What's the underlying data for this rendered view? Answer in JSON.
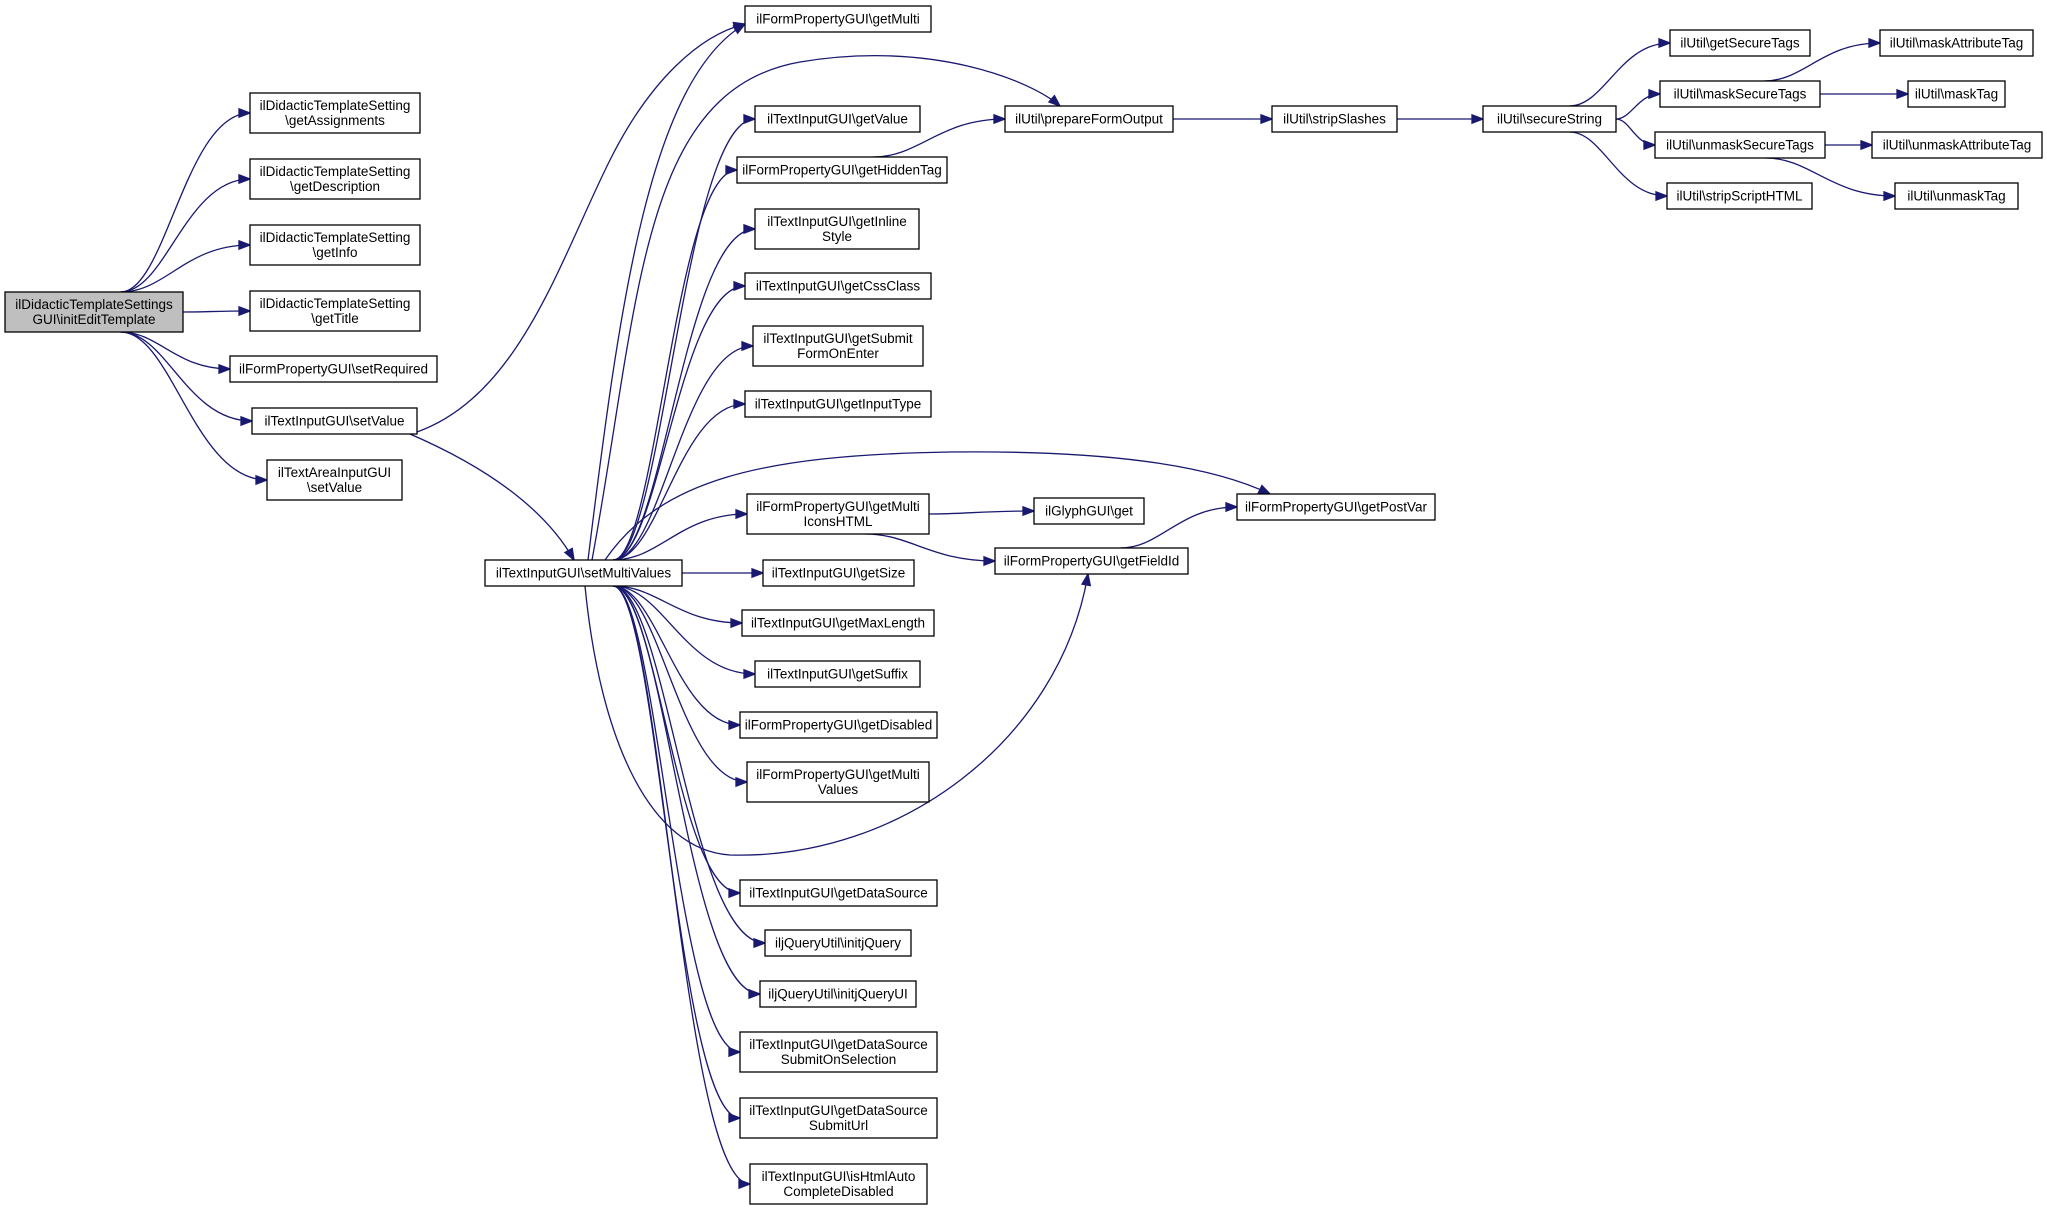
{
  "graph": {
    "edge_color": "#191970",
    "node_fill": "#ffffff",
    "root_fill": "#bfbfbf",
    "nodes": [
      {
        "id": "root",
        "lines": [
          "ilDidacticTemplateSettings",
          "GUI\\initEditTemplate"
        ],
        "highlight": true
      },
      {
        "id": "getAssignments",
        "lines": [
          "ilDidacticTemplateSetting",
          "\\getAssignments"
        ]
      },
      {
        "id": "getDescription",
        "lines": [
          "ilDidacticTemplateSetting",
          "\\getDescription"
        ]
      },
      {
        "id": "getInfo",
        "lines": [
          "ilDidacticTemplateSetting",
          "\\getInfo"
        ]
      },
      {
        "id": "getTitle",
        "lines": [
          "ilDidacticTemplateSetting",
          "\\getTitle"
        ]
      },
      {
        "id": "setRequired",
        "lines": [
          "ilFormPropertyGUI\\setRequired"
        ]
      },
      {
        "id": "setValue",
        "lines": [
          "ilTextInputGUI\\setValue"
        ]
      },
      {
        "id": "taSetValue",
        "lines": [
          "ilTextAreaInputGUI",
          "\\setValue"
        ]
      },
      {
        "id": "setMultiValues",
        "lines": [
          "ilTextInputGUI\\setMultiValues"
        ]
      },
      {
        "id": "getMulti",
        "lines": [
          "ilFormPropertyGUI\\getMulti"
        ]
      },
      {
        "id": "getValue",
        "lines": [
          "ilTextInputGUI\\getValue"
        ]
      },
      {
        "id": "getHiddenTag",
        "lines": [
          "ilFormPropertyGUI\\getHiddenTag"
        ]
      },
      {
        "id": "getInlineStyle",
        "lines": [
          "ilTextInputGUI\\getInline",
          "Style"
        ]
      },
      {
        "id": "getCssClass",
        "lines": [
          "ilTextInputGUI\\getCssClass"
        ]
      },
      {
        "id": "getSubmitFormOnEnter",
        "lines": [
          "ilTextInputGUI\\getSubmit",
          "FormOnEnter"
        ]
      },
      {
        "id": "getInputType",
        "lines": [
          "ilTextInputGUI\\getInputType"
        ]
      },
      {
        "id": "getMultiIconsHTML",
        "lines": [
          "ilFormPropertyGUI\\getMulti",
          "IconsHTML"
        ]
      },
      {
        "id": "getSize",
        "lines": [
          "ilTextInputGUI\\getSize"
        ]
      },
      {
        "id": "getMaxLength",
        "lines": [
          "ilTextInputGUI\\getMaxLength"
        ]
      },
      {
        "id": "getSuffix",
        "lines": [
          "ilTextInputGUI\\getSuffix"
        ]
      },
      {
        "id": "getDisabled",
        "lines": [
          "ilFormPropertyGUI\\getDisabled"
        ]
      },
      {
        "id": "getMultiValues",
        "lines": [
          "ilFormPropertyGUI\\getMulti",
          "Values"
        ]
      },
      {
        "id": "getDataSource",
        "lines": [
          "ilTextInputGUI\\getDataSource"
        ]
      },
      {
        "id": "initjQuery",
        "lines": [
          "iljQueryUtil\\initjQuery"
        ]
      },
      {
        "id": "initjQueryUI",
        "lines": [
          "iljQueryUtil\\initjQueryUI"
        ]
      },
      {
        "id": "getDataSourceSubmitOnSelection",
        "lines": [
          "ilTextInputGUI\\getDataSource",
          "SubmitOnSelection"
        ]
      },
      {
        "id": "getDataSourceSubmitUrl",
        "lines": [
          "ilTextInputGUI\\getDataSource",
          "SubmitUrl"
        ]
      },
      {
        "id": "isHtmlAutoCompleteDisabled",
        "lines": [
          "ilTextInputGUI\\isHtmlAuto",
          "CompleteDisabled"
        ]
      },
      {
        "id": "prepareFormOutput",
        "lines": [
          "ilUtil\\prepareFormOutput"
        ]
      },
      {
        "id": "glyphGet",
        "lines": [
          "ilGlyphGUI\\get"
        ]
      },
      {
        "id": "getFieldId",
        "lines": [
          "ilFormPropertyGUI\\getFieldId"
        ]
      },
      {
        "id": "getPostVar",
        "lines": [
          "ilFormPropertyGUI\\getPostVar"
        ]
      },
      {
        "id": "stripSlashes",
        "lines": [
          "ilUtil\\stripSlashes"
        ]
      },
      {
        "id": "secureString",
        "lines": [
          "ilUtil\\secureString"
        ]
      },
      {
        "id": "getSecureTags",
        "lines": [
          "ilUtil\\getSecureTags"
        ]
      },
      {
        "id": "maskSecureTags",
        "lines": [
          "ilUtil\\maskSecureTags"
        ]
      },
      {
        "id": "unmaskSecureTags",
        "lines": [
          "ilUtil\\unmaskSecureTags"
        ]
      },
      {
        "id": "stripScriptHTML",
        "lines": [
          "ilUtil\\stripScriptHTML"
        ]
      },
      {
        "id": "maskAttributeTag",
        "lines": [
          "ilUtil\\maskAttributeTag"
        ]
      },
      {
        "id": "maskTag",
        "lines": [
          "ilUtil\\maskTag"
        ]
      },
      {
        "id": "unmaskAttributeTag",
        "lines": [
          "ilUtil\\unmaskAttributeTag"
        ]
      },
      {
        "id": "unmaskTag",
        "lines": [
          "ilUtil\\unmaskTag"
        ]
      }
    ],
    "edges": [
      [
        "root",
        "getAssignments"
      ],
      [
        "root",
        "getDescription"
      ],
      [
        "root",
        "getInfo"
      ],
      [
        "root",
        "getTitle"
      ],
      [
        "root",
        "setRequired"
      ],
      [
        "root",
        "setValue"
      ],
      [
        "root",
        "taSetValue"
      ],
      [
        "setValue",
        "getMulti"
      ],
      [
        "setValue",
        "setMultiValues"
      ],
      [
        "setMultiValues",
        "getMulti"
      ],
      [
        "setMultiValues",
        "prepareFormOutput"
      ],
      [
        "setMultiValues",
        "getValue"
      ],
      [
        "setMultiValues",
        "getHiddenTag"
      ],
      [
        "setMultiValues",
        "getInlineStyle"
      ],
      [
        "setMultiValues",
        "getCssClass"
      ],
      [
        "setMultiValues",
        "getSubmitFormOnEnter"
      ],
      [
        "setMultiValues",
        "getInputType"
      ],
      [
        "setMultiValues",
        "getPostVar"
      ],
      [
        "setMultiValues",
        "getMultiIconsHTML"
      ],
      [
        "setMultiValues",
        "getSize"
      ],
      [
        "setMultiValues",
        "getMaxLength"
      ],
      [
        "setMultiValues",
        "getSuffix"
      ],
      [
        "setMultiValues",
        "getDisabled"
      ],
      [
        "setMultiValues",
        "getMultiValues"
      ],
      [
        "setMultiValues",
        "getFieldId"
      ],
      [
        "setMultiValues",
        "getDataSource"
      ],
      [
        "setMultiValues",
        "initjQuery"
      ],
      [
        "setMultiValues",
        "initjQueryUI"
      ],
      [
        "setMultiValues",
        "getDataSourceSubmitOnSelection"
      ],
      [
        "setMultiValues",
        "getDataSourceSubmitUrl"
      ],
      [
        "setMultiValues",
        "isHtmlAutoCompleteDisabled"
      ],
      [
        "getHiddenTag",
        "prepareFormOutput"
      ],
      [
        "getMultiIconsHTML",
        "glyphGet"
      ],
      [
        "getMultiIconsHTML",
        "getFieldId"
      ],
      [
        "getFieldId",
        "getPostVar"
      ],
      [
        "prepareFormOutput",
        "stripSlashes"
      ],
      [
        "stripSlashes",
        "secureString"
      ],
      [
        "secureString",
        "getSecureTags"
      ],
      [
        "secureString",
        "maskSecureTags"
      ],
      [
        "secureString",
        "unmaskSecureTags"
      ],
      [
        "secureString",
        "stripScriptHTML"
      ],
      [
        "maskSecureTags",
        "maskAttributeTag"
      ],
      [
        "maskSecureTags",
        "maskTag"
      ],
      [
        "unmaskSecureTags",
        "unmaskAttributeTag"
      ],
      [
        "unmaskSecureTags",
        "unmaskTag"
      ]
    ]
  }
}
